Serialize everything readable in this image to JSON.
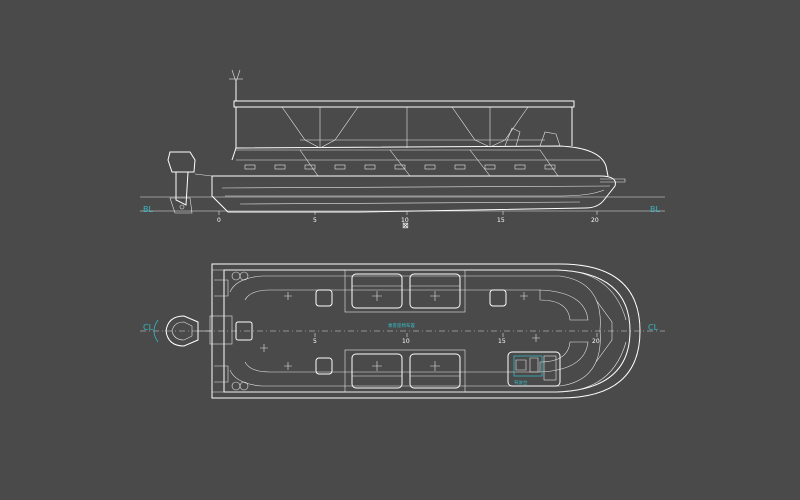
{
  "colors": {
    "background": "#4a4a4a",
    "line": "#ffffff",
    "accent": "#38b6c0"
  },
  "side_view": {
    "baseline_label_left": "BL",
    "baseline_label_right": "BL",
    "frame_ticks": [
      "0",
      "5",
      "10",
      "15",
      "20"
    ],
    "midship_symbol": "⊠"
  },
  "plan_view": {
    "centerline_label_left": "CL",
    "centerline_label_right": "CL",
    "frame_ticks": [
      "5",
      "10",
      "15",
      "20"
    ],
    "center_note": "乘客座椅布置",
    "console_note": "驾驶台"
  }
}
